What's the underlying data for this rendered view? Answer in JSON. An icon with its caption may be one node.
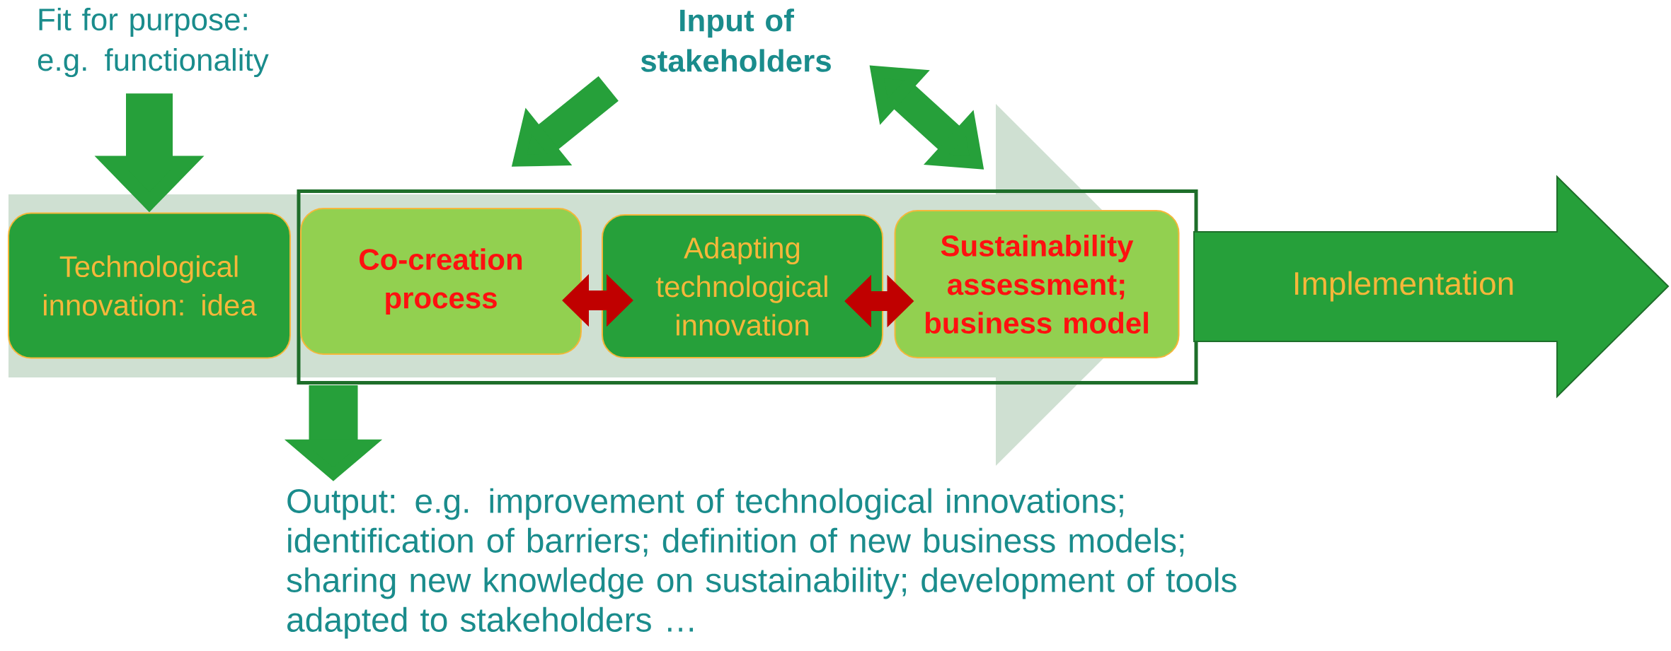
{
  "diagram": {
    "nodes": [
      {
        "text": [
          "Fit for purpose: e.g. functionality"
        ]
      },
      {
        "text": [
          "Technological innovation: idea"
        ]
      },
      {
        "text": [
          "Input of stakeholders"
        ]
      },
      {
        "text": [],
        "shape": "box"
      },
      {
        "text": [
          "Co-creation process"
        ],
        "in": 3
      },
      {
        "text": [
          "Adapting technological innovation"
        ],
        "in": 3
      },
      {
        "text": [
          "Sustainability assessment; business model"
        ],
        "in": 3
      },
      {
        "text": [
          "Implementation"
        ]
      },
      {
        "text": [
          "Output: e.g.  improvement of technological innovations; identification of barriers; definition of new business models; sharing new knowledge on sustainability; development of tools adapted to stakeholders …"
        ]
      }
    ],
    "edges": [
      {
        "from": 0,
        "to": 1,
        "arrow": "to"
      },
      {
        "from": 2,
        "to": 3,
        "arrow": "to"
      },
      {
        "from": 2,
        "to": 3,
        "arrow": "both"
      },
      {
        "from": 4,
        "to": 5,
        "arrow": "both",
        "color": "#c00000"
      },
      {
        "from": 5,
        "to": 6,
        "arrow": "both",
        "color": "#c00000"
      },
      {
        "from": 3,
        "to": 8,
        "arrow": "to"
      }
    ]
  }
}
